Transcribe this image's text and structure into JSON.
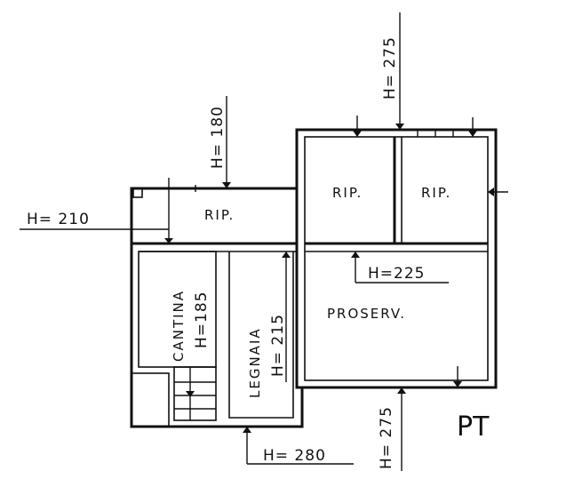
{
  "rooms": {
    "rip_left": "RIP.",
    "rip_center": "RIP.",
    "rip_right": "RIP.",
    "proserv": "PROSERV.",
    "cantina": "CANTINA",
    "legnaia": "LEGNAIA"
  },
  "heights": {
    "h210": "H= 210",
    "h180": "H= 180",
    "h275_top": "H= 275",
    "h225": "H=225",
    "h185": "H=185",
    "h215": "H= 215",
    "h275_bottom": "H= 275",
    "h280": "H= 280"
  },
  "floor": "PT"
}
